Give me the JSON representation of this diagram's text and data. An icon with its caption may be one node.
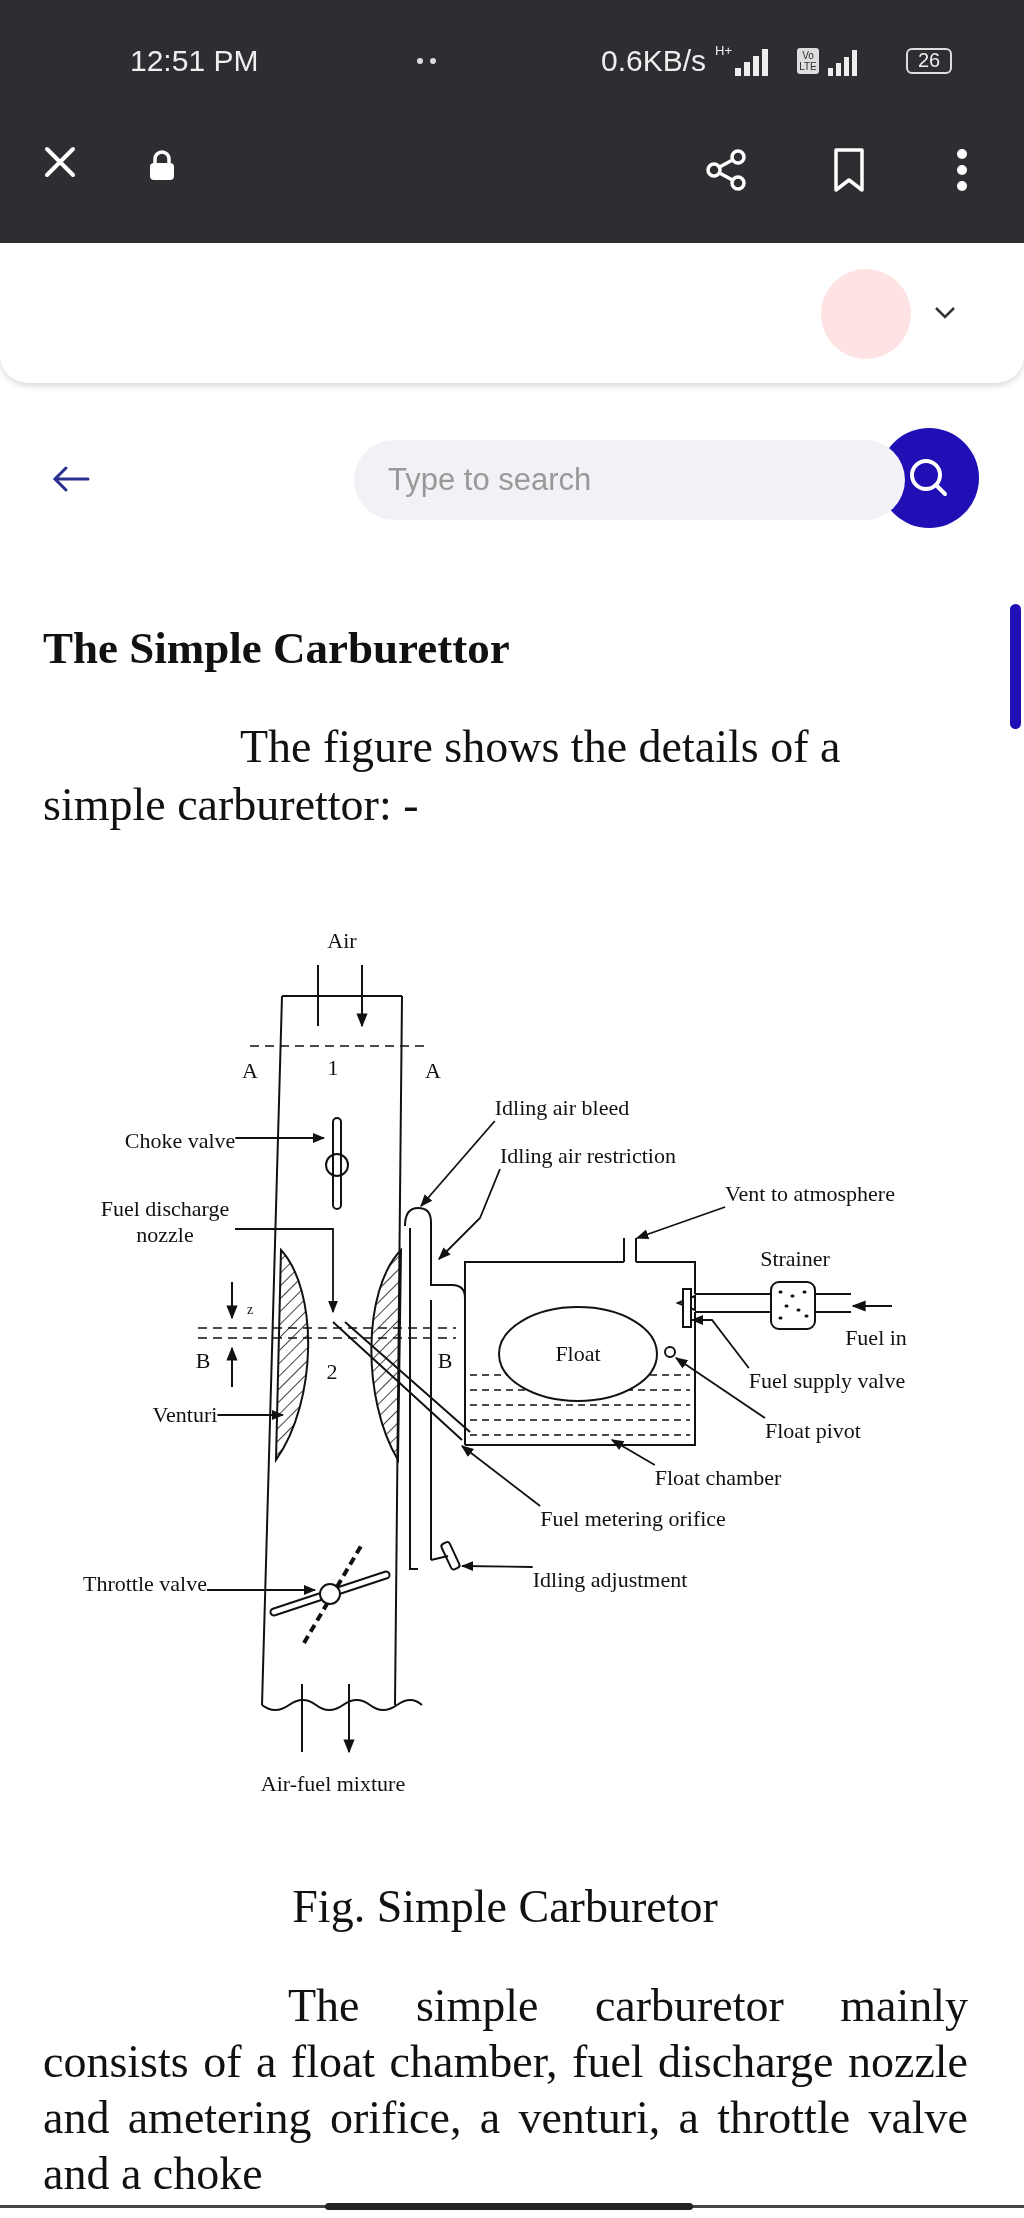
{
  "diagram": {
    "title": "The Simple Carburettor",
    "caption": "Fig. Simple Carburetor",
    "nodes": [
      {
        "text": [
          "Choke valve"
        ]
      },
      {
        "text": [
          "Idling air bleed"
        ]
      },
      {
        "text": [
          "Idling air restriction"
        ]
      },
      {
        "text": [
          "Fuel discharge nozzle"
        ]
      },
      {
        "text": [
          "Vent to atmosphere"
        ]
      },
      {
        "text": [
          "Float"
        ]
      },
      {
        "text": [
          "Fuel supply valve"
        ]
      },
      {
        "text": [
          "Venturi"
        ]
      },
      {
        "text": [
          "Float pivot"
        ]
      },
      {
        "text": [
          "Float chamber"
        ]
      },
      {
        "text": [
          "Fuel metering orifice"
        ]
      },
      {
        "text": [
          "Throttle valve"
        ]
      },
      {
        "text": [
          "Idling adjustment"
        ]
      },
      {
        "text": [],
        "shape": "box"
      },
      {
        "text": [],
        "shape": "circle"
      },
      {
        "text": [],
        "shape": "box"
      }
    ],
    "edges": [
      {
        "from": 0,
        "to": null,
        "arrow": "to"
      },
      {
        "from": 1,
        "to": null,
        "arrow": "to"
      },
      {
        "from": 2,
        "to": null,
        "arrow": "to"
      },
      {
        "from": 3,
        "to": null,
        "arrow": "to"
      },
      {
        "from": 4,
        "to": 13,
        "arrow": "to"
      },
      {
        "from": 6,
        "to": 15,
        "arrow": "to"
      },
      {
        "from": 7,
        "to": null,
        "arrow": "to"
      },
      {
        "from": 8,
        "to": 14,
        "arrow": "to"
      },
      {
        "from": 9,
        "to": null,
        "arrow": "to"
      },
      {
        "from": 10,
        "to": null,
        "arrow": "to"
      },
      {
        "from": 11,
        "to": null,
        "arrow": "to"
      },
      {
        "from": 12,
        "to": null,
        "arrow": "to"
      }
    ],
    "labels": [
      "12:51 PM",
      "0.6KB/s",
      "H+",
      "Vo LTE",
      "26",
      "Type to search",
      "The figure shows the details of a simple carburettor: -",
      "Air",
      "A",
      "1",
      "A",
      "Strainer",
      "z",
      "Fuel in",
      "B",
      "2",
      "B",
      "Air-fuel mixture",
      "The simple carburetor mainly consists of a float chamber, fuel discharge nozzle and ametering orifice, a venturi, a throttle valve and a choke"
    ]
  }
}
